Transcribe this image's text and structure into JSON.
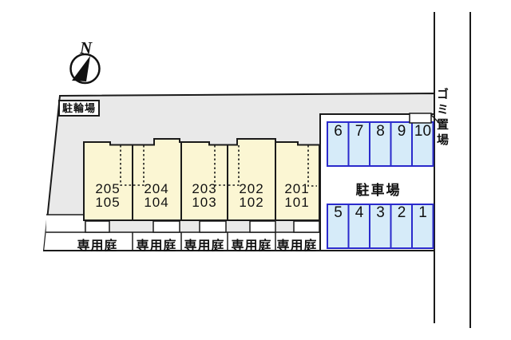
{
  "compass": {
    "north": "N"
  },
  "site": {
    "bicycle_parking": "駐輪場",
    "garbage_storage": "ゴミ置場"
  },
  "building": {
    "units": [
      {
        "floor2": "205",
        "floor1": "105",
        "garden": "専用庭"
      },
      {
        "floor2": "204",
        "floor1": "104",
        "garden": "専用庭"
      },
      {
        "floor2": "203",
        "floor1": "103",
        "garden": "専用庭"
      },
      {
        "floor2": "202",
        "floor1": "102",
        "garden": "専用庭"
      },
      {
        "floor2": "201",
        "floor1": "101",
        "garden": "専用庭"
      }
    ]
  },
  "parking": {
    "label": "駐車場",
    "back_row": [
      "6",
      "7",
      "8",
      "9",
      "10"
    ],
    "front_row": [
      "5",
      "4",
      "3",
      "2",
      "1"
    ]
  },
  "colors": {
    "site_fill": "#e9e9e9",
    "building_fill": "#fbf6d3",
    "stall_fill": "#d6ebf9",
    "stall_border": "#2a2acc",
    "line": "#1a1a1a"
  }
}
